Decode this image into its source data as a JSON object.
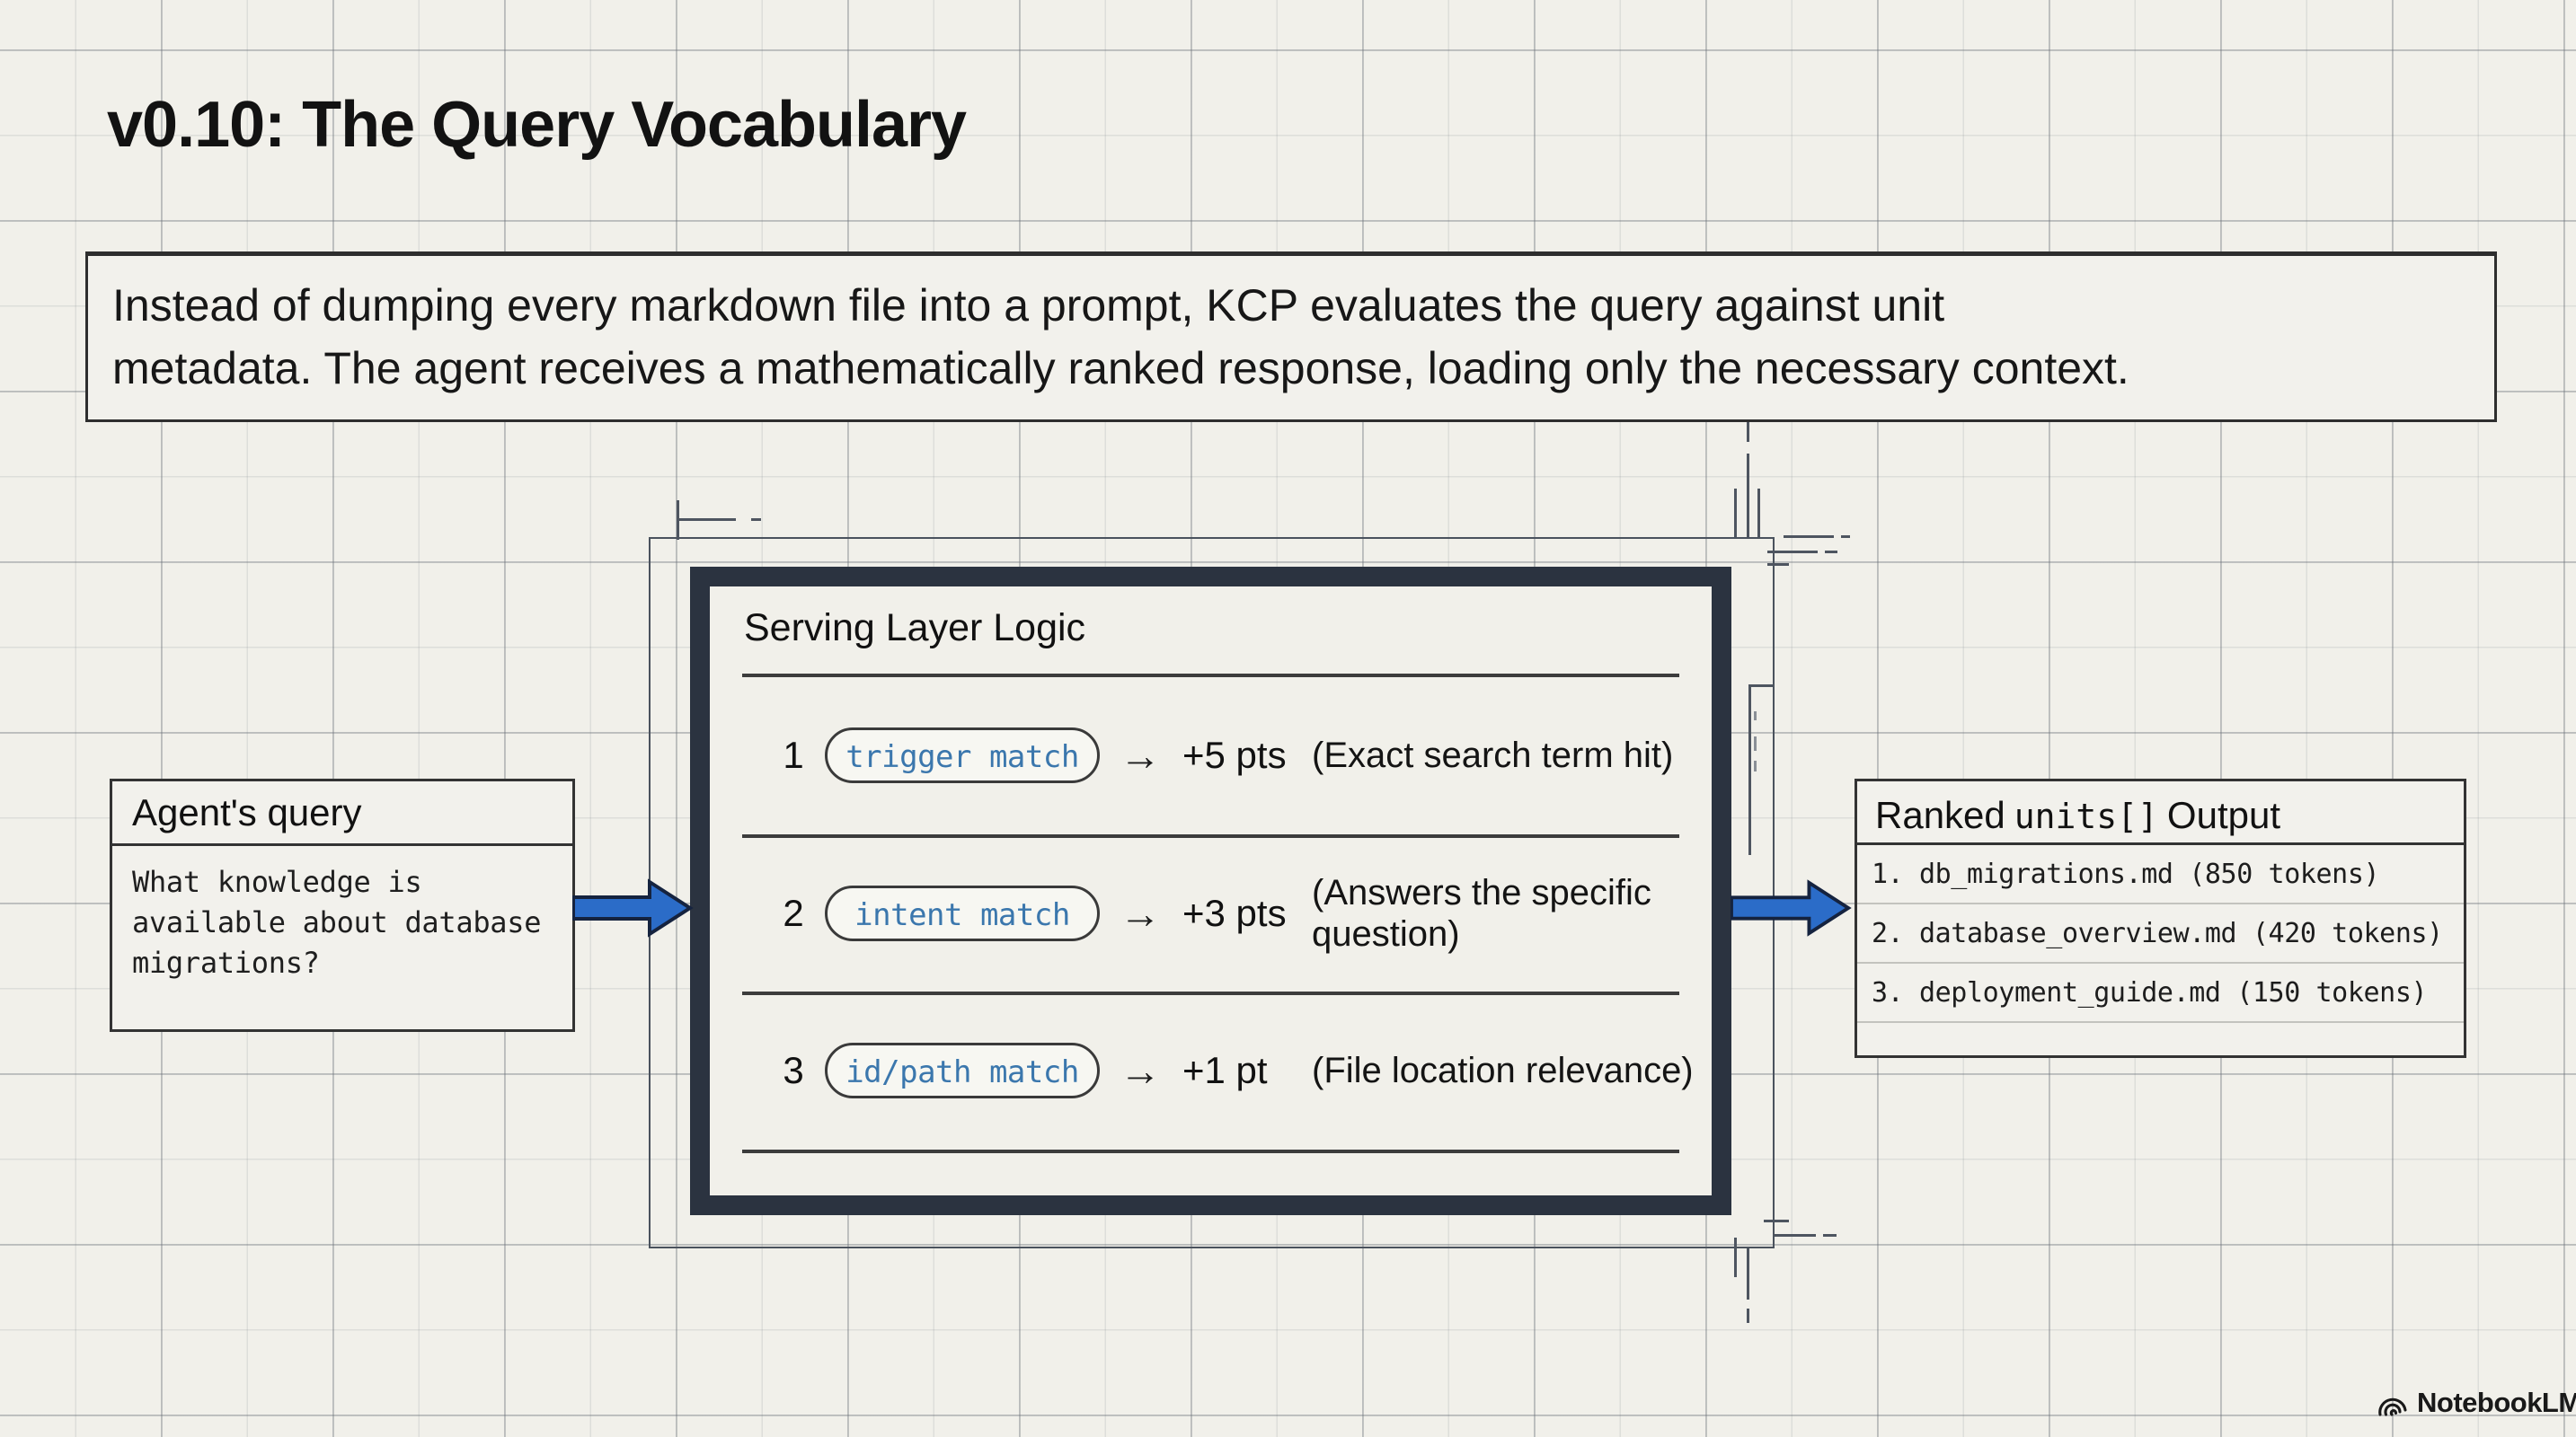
{
  "page": {
    "title": "v0.10: The Query Vocabulary"
  },
  "intro": {
    "line1": "Instead of dumping every markdown file into a prompt, KCP evaluates the query against unit",
    "line2": "metadata. The agent receives a mathematically ranked response, loading only the necessary context."
  },
  "agent_query_box": {
    "title": "Agent's query",
    "query": "What knowledge is available about database migrations?",
    "lines": [
      "What knowledge is",
      "available about database",
      "migrations?"
    ]
  },
  "serving_box": {
    "title": "Serving Layer Logic",
    "rows": [
      {
        "num": "1",
        "tag": "trigger match",
        "arrow": "→",
        "points": "+5 pts",
        "note": "(Exact search term hit)"
      },
      {
        "num": "2",
        "tag": "intent match",
        "arrow": "→",
        "points": "+3 pts",
        "note": "(Answers the specific question)"
      },
      {
        "num": "3",
        "tag": "id/path match",
        "arrow": "→",
        "points": "+1 pt",
        "note": "(File location relevance)"
      }
    ]
  },
  "output_box": {
    "title_prefix": "Ranked",
    "title_code": "units[]",
    "title_suffix": "Output",
    "items": [
      "1. db_migrations.md (850 tokens)",
      "2. database_overview.md (420 tokens)",
      "3. deployment_guide.md (150 tokens)"
    ]
  },
  "brand": {
    "name": "NotebookLM"
  },
  "colors": {
    "accent_blue": "#2b6cc8",
    "arrow_outline": "#15233f",
    "tag_text": "#3b77ad",
    "frame_dark": "#2b3340"
  }
}
